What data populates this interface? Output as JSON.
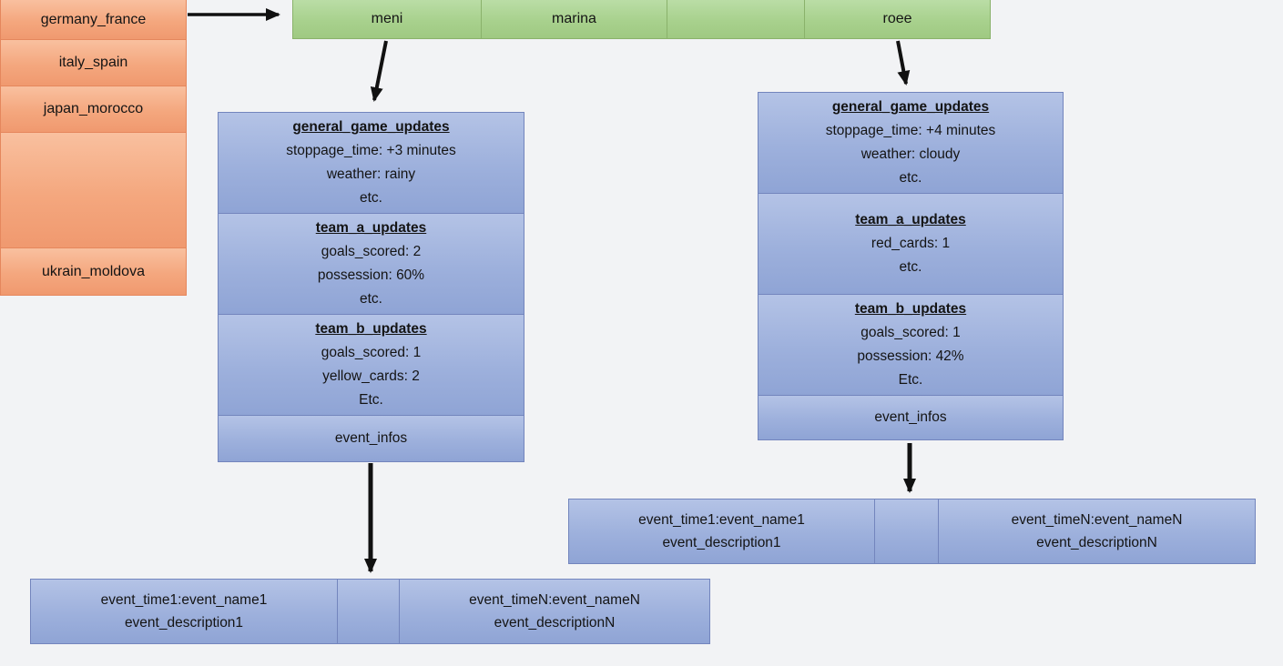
{
  "palette": {
    "background": "#f2f3f5",
    "games_fill": "#f4a77e",
    "games_border": "#e5875d",
    "consumers_fill": "#a8d18d",
    "consumers_border": "#8ab26b",
    "updates_fill": "#9db0dc",
    "updates_border": "#7385bd",
    "arrow_color": "#111111"
  },
  "games_column": {
    "items": [
      "germany_france",
      "italy_spain",
      "japan_morocco",
      "ukrain_moldova"
    ]
  },
  "consumers_row": {
    "items": [
      "meni",
      "marina",
      "roee"
    ]
  },
  "game1_stack": {
    "sections": [
      {
        "title": "general_game_updates",
        "lines": [
          "stoppage_time: +3 minutes",
          "weather: rainy",
          "etc."
        ]
      },
      {
        "title": "team_a_updates",
        "lines": [
          "goals_scored: 2",
          "possession: 60%",
          "etc."
        ]
      },
      {
        "title": "team_b_updates",
        "lines": [
          "goals_scored: 1",
          "yellow_cards: 2",
          "Etc."
        ]
      }
    ],
    "footer": "event_infos"
  },
  "game2_stack": {
    "sections": [
      {
        "title": "general_game_updates",
        "lines": [
          "stoppage_time: +4 minutes",
          "weather: cloudy",
          "etc."
        ]
      },
      {
        "title": "team_a_updates",
        "lines": [
          "red_cards: 1",
          "etc."
        ]
      },
      {
        "title": "team_b_updates",
        "lines": [
          "goals_scored: 1",
          "possession: 42%",
          "Etc."
        ]
      }
    ],
    "footer": "event_infos"
  },
  "events_row_left": {
    "first": {
      "line1": "event_time1:event_name1",
      "line2": "event_description1"
    },
    "last": {
      "line1": "event_timeN:event_nameN",
      "line2": "event_descriptionN"
    }
  },
  "events_row_right": {
    "first": {
      "line1": "event_time1:event_name1",
      "line2": "event_description1"
    },
    "last": {
      "line1": "event_timeN:event_nameN",
      "line2": "event_descriptionN"
    }
  }
}
